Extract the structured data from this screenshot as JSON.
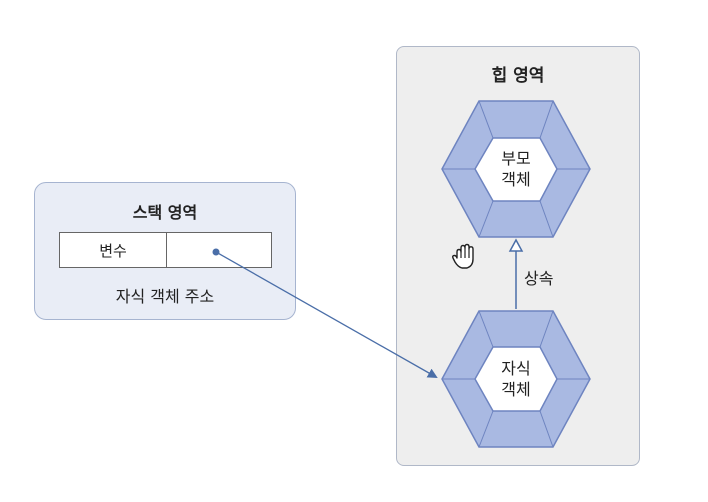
{
  "stack": {
    "title": "스택 영역",
    "variable_label": "변수",
    "caption": "자식 객체 주소"
  },
  "heap": {
    "title": "힙 영역",
    "parent_line1": "부모",
    "parent_line2": "객체",
    "child_line1": "자식",
    "child_line2": "객체",
    "inherit_label": "상속"
  },
  "colors": {
    "hex_fill": "#a9b9e2",
    "hex_stroke": "#6e84c0",
    "arrow": "#4a6ea8"
  },
  "cursor_icon": "hand-grab-icon"
}
